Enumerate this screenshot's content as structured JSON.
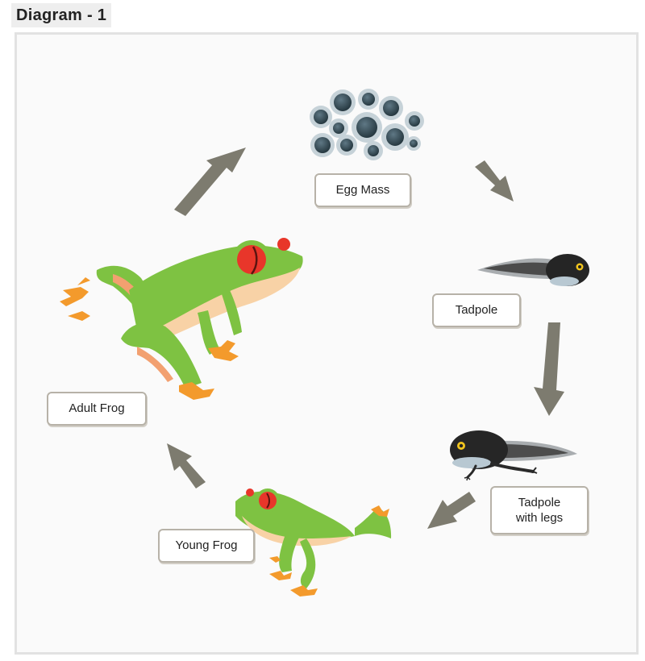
{
  "header": {
    "title": "Diagram - 1"
  },
  "stages": {
    "egg_mass": "Egg Mass",
    "tadpole": "Tadpole",
    "tadpole_with_legs": "Tadpole\nwith legs",
    "young_frog": "Young Frog",
    "adult_frog": "Adult Frog"
  },
  "colors": {
    "arrow": "#7d7b6f",
    "frog_green": "#7ec242",
    "frog_belly": "#f8d2a6",
    "frog_feet": "#f39a2c",
    "frog_eye": "#e8362a",
    "tadpole_body": "#2a2a2a",
    "egg": "#3f5560"
  }
}
